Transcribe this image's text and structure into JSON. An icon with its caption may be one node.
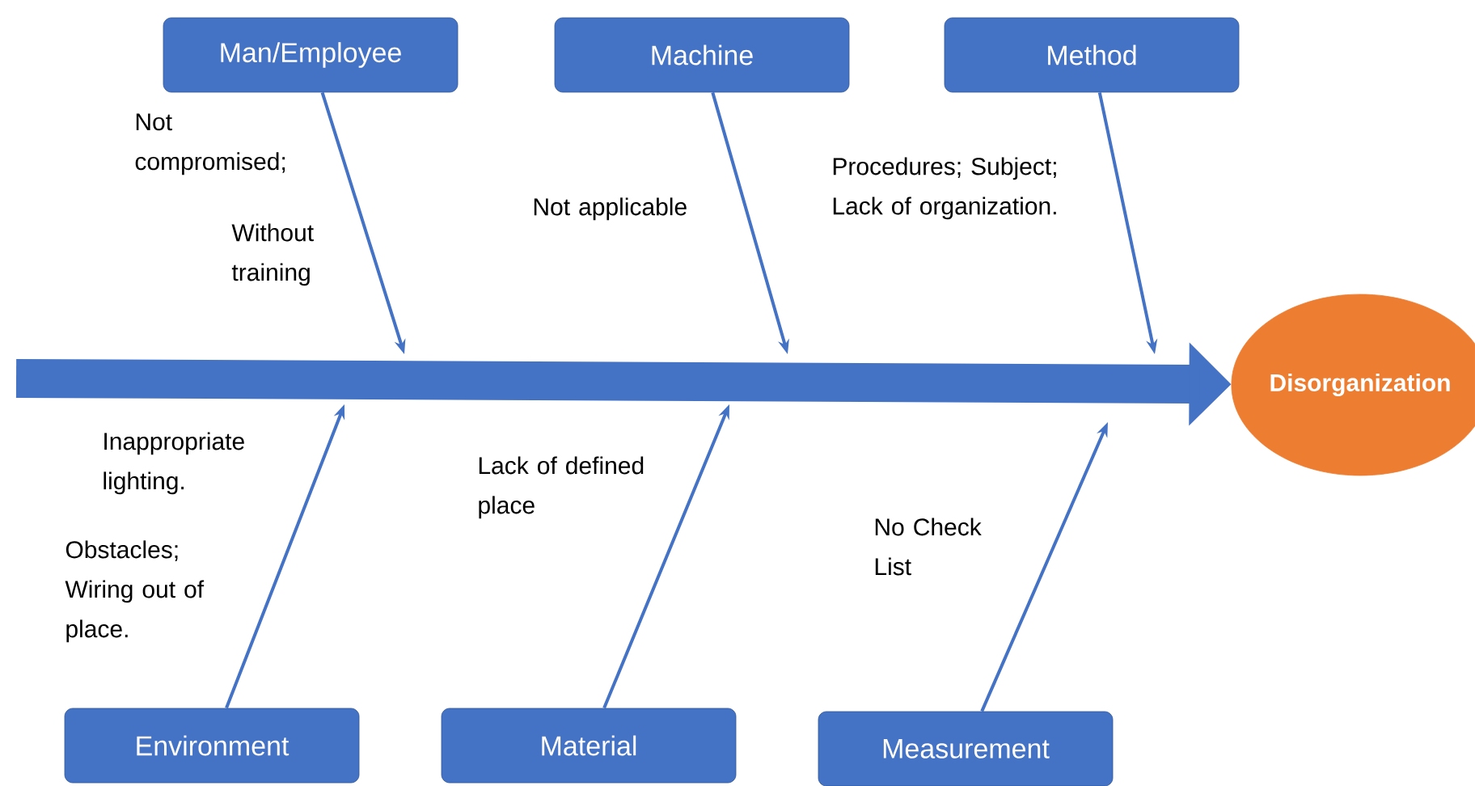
{
  "diagram": {
    "nodes": [
      {
        "text": [
          "Man/Employee"
        ]
      },
      {
        "text": [
          "Machine"
        ]
      },
      {
        "text": [
          "Method"
        ]
      },
      {
        "text": [
          "Environment"
        ]
      },
      {
        "text": [
          "Material"
        ]
      },
      {
        "text": [
          "Measurement"
        ]
      },
      {
        "text": [
          "Disorganization"
        ]
      }
    ],
    "edges": [
      {
        "from": 0,
        "to": null,
        "arrow": "to"
      },
      {
        "from": 1,
        "to": null,
        "arrow": "to"
      },
      {
        "from": 2,
        "to": null,
        "arrow": "to"
      },
      {
        "from": 3,
        "to": null,
        "arrow": "to"
      },
      {
        "from": 4,
        "to": null,
        "arrow": "to"
      },
      {
        "from": 5,
        "to": null,
        "arrow": "to"
      },
      {
        "from": null,
        "to": 6,
        "arrow": "to",
        "style": "thick"
      }
    ],
    "labels": [
      "Not compromised;",
      "Without training",
      "Not applicable",
      "Procedures; Subject; Lack of organization.",
      "Inappropriate lighting.",
      "Obstacles; Wiring out of place.",
      "Lack of defined place",
      "No Check List"
    ]
  }
}
